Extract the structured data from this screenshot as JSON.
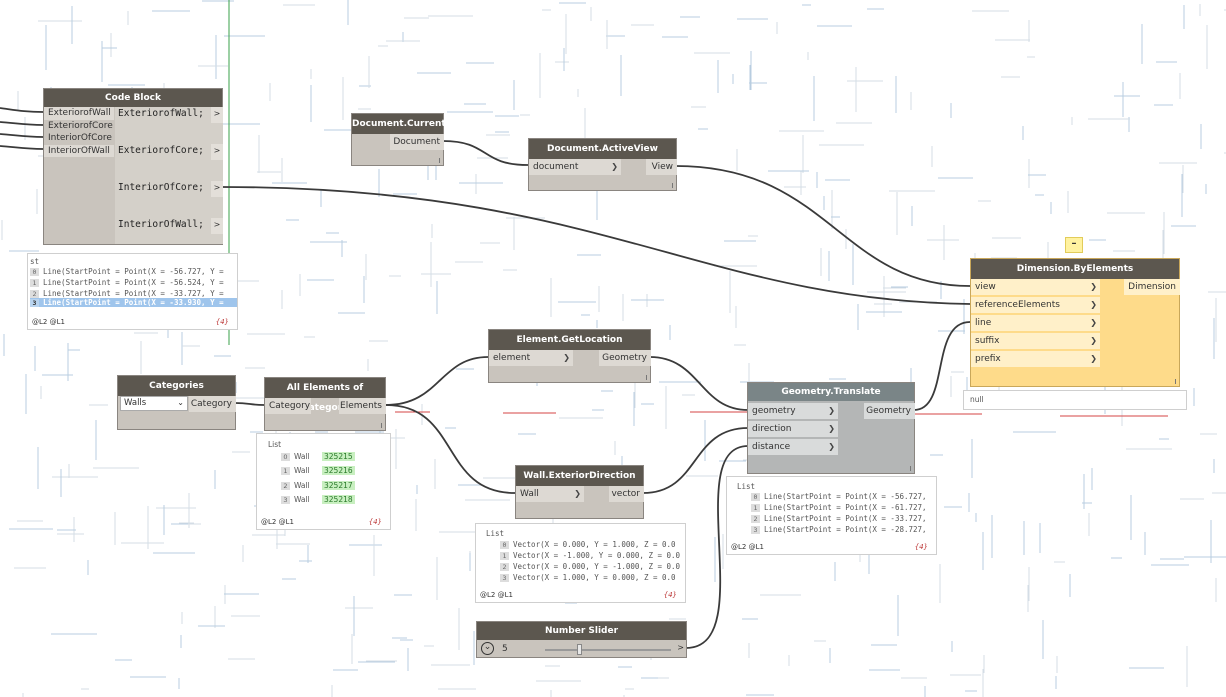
{
  "code_block": {
    "title": "Code Block",
    "inputs": [
      "ExteriorofWall",
      "ExteriorofCore",
      "InteriorOfCore",
      "InteriorOfWall"
    ],
    "lines": [
      "ExteriorofWall;",
      "ExteriorofCore;",
      "InteriorOfCore;",
      "InteriorOfWall;"
    ],
    "preview": {
      "header": "st",
      "items": [
        {
          "i": "0",
          "text": "Line(StartPoint = Point(X = -56.727, Y ="
        },
        {
          "i": "1",
          "text": "Line(StartPoint = Point(X = -56.524, Y ="
        },
        {
          "i": "2",
          "text": "Line(StartPoint = Point(X = -33.727, Y ="
        },
        {
          "i": "3",
          "text": "Line(StartPoint = Point(X = -33.930, Y ="
        }
      ],
      "levels": "@L2 @L1",
      "count": "{4}"
    }
  },
  "document_current": {
    "title": "Document.Current",
    "output": "Document"
  },
  "document_activeview": {
    "title": "Document.ActiveView",
    "input": "document",
    "output": "View"
  },
  "categories": {
    "title": "Categories",
    "selected": "Walls",
    "output": "Category"
  },
  "all_elements": {
    "title": "All Elements of Category",
    "input": "Category",
    "output": "Elements",
    "preview": {
      "header": "List",
      "items": [
        {
          "i": "0",
          "label": "Wall",
          "id": "325215"
        },
        {
          "i": "1",
          "label": "Wall",
          "id": "325216"
        },
        {
          "i": "2",
          "label": "Wall",
          "id": "325217"
        },
        {
          "i": "3",
          "label": "Wall",
          "id": "325218"
        }
      ],
      "levels": "@L2 @L1",
      "count": "{4}"
    }
  },
  "element_getlocation": {
    "title": "Element.GetLocation",
    "input": "element",
    "output": "Geometry"
  },
  "wall_exteriordirection": {
    "title": "Wall.ExteriorDirection",
    "input": "Wall",
    "output": "vector",
    "preview": {
      "header": "List",
      "items": [
        {
          "i": "0",
          "text": "Vector(X = 0.000, Y = 1.000, Z = 0.0"
        },
        {
          "i": "1",
          "text": "Vector(X = -1.000, Y = 0.000, Z = 0.0"
        },
        {
          "i": "2",
          "text": "Vector(X = 0.000, Y = -1.000, Z = 0.0"
        },
        {
          "i": "3",
          "text": "Vector(X = 1.000, Y = 0.000, Z = 0.0"
        }
      ],
      "levels": "@L2 @L1",
      "count": "{4}"
    }
  },
  "geometry_translate": {
    "title": "Geometry.Translate",
    "inputs": [
      "geometry",
      "direction",
      "distance"
    ],
    "output": "Geometry",
    "preview": {
      "header": "List",
      "items": [
        {
          "i": "0",
          "text": "Line(StartPoint = Point(X = -56.727,"
        },
        {
          "i": "1",
          "text": "Line(StartPoint = Point(X = -61.727,"
        },
        {
          "i": "2",
          "text": "Line(StartPoint = Point(X = -33.727,"
        },
        {
          "i": "3",
          "text": "Line(StartPoint = Point(X = -28.727,"
        }
      ],
      "levels": "@L2 @L1",
      "count": "{4}"
    }
  },
  "dimension_byelements": {
    "title": "Dimension.ByElements",
    "inputs": [
      "view",
      "referenceElements",
      "line",
      "suffix",
      "prefix"
    ],
    "output": "Dimension",
    "preview_value": "null",
    "warning_glyph": "–"
  },
  "number_slider": {
    "title": "Number Slider",
    "value": "5",
    "chevron": "⌄",
    "out_arrow": ">"
  },
  "colors": {
    "node_header": "#5c574f",
    "node_body": "#c9c4bd",
    "selected_body": "#fedb8a",
    "wire": "#3a3a3a",
    "grid": "#b8cde0"
  }
}
